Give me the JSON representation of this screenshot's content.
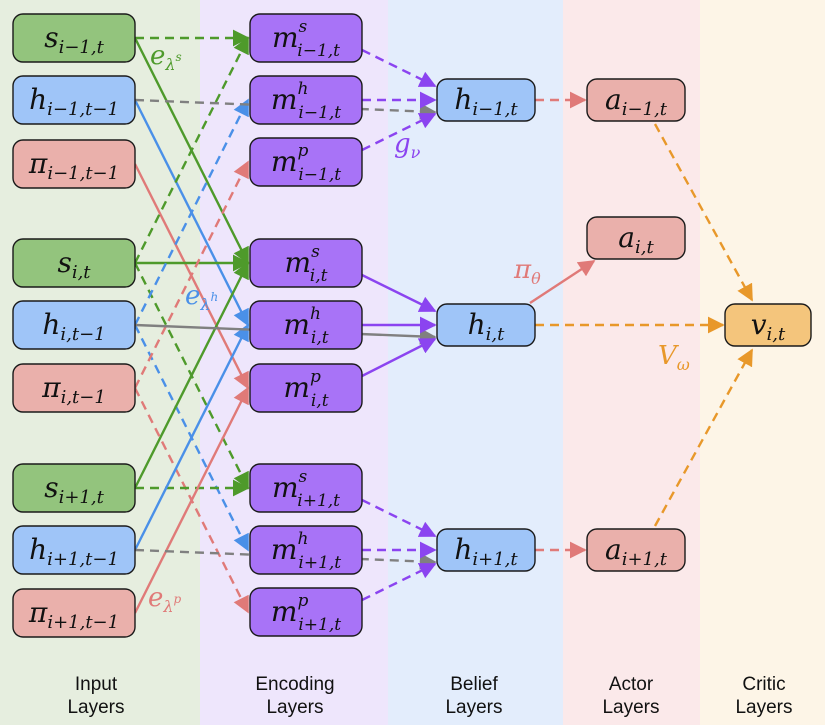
{
  "columns": {
    "input": [
      "Input",
      "Layers"
    ],
    "encoding": [
      "Encoding",
      "Layers"
    ],
    "belief": [
      "Belief",
      "Layers"
    ],
    "actor": [
      "Actor",
      "Layers"
    ],
    "critic": [
      "Critic",
      "Layers"
    ]
  },
  "colors": {
    "band_input": "#e6eedf",
    "band_encoding": "#eee6fc",
    "band_belief": "#e3edfc",
    "band_actor": "#fbe9ea",
    "band_critic": "#fdf5e7",
    "node_green": "#93c47d",
    "node_blue": "#9fc5f8",
    "node_red": "#eab0ab",
    "node_purple": "#a873f7",
    "node_orange": "#f4c57c",
    "edge_green": "#4e9a2b",
    "edge_blue": "#4a90e8",
    "edge_red": "#e07a78",
    "edge_gray": "#808080",
    "edge_purple": "#8b44f0",
    "edge_orange": "#e8982a"
  },
  "nodes": {
    "s_im1": {
      "base": "s",
      "sub": "i−1,t"
    },
    "h_im1": {
      "base": "h",
      "sub": "i−1,t−1"
    },
    "p_im1": {
      "base": "π",
      "sub": "i−1,t−1"
    },
    "s_i": {
      "base": "s",
      "sub": "i,t"
    },
    "h_i": {
      "base": "h",
      "sub": "i,t−1"
    },
    "p_i": {
      "base": "π",
      "sub": "i,t−1"
    },
    "s_ip1": {
      "base": "s",
      "sub": "i+1,t"
    },
    "h_ip1": {
      "base": "h",
      "sub": "i+1,t−1"
    },
    "p_ip1": {
      "base": "π",
      "sub": "i+1,t−1"
    },
    "ms_im1": {
      "base": "m",
      "sup": "s",
      "sub": "i−1,t"
    },
    "mh_im1": {
      "base": "m",
      "sup": "h",
      "sub": "i−1,t"
    },
    "mp_im1": {
      "base": "m",
      "sup": "p",
      "sub": "i−1,t"
    },
    "ms_i": {
      "base": "m",
      "sup": "s",
      "sub": "i,t"
    },
    "mh_i": {
      "base": "m",
      "sup": "h",
      "sub": "i,t"
    },
    "mp_i": {
      "base": "m",
      "sup": "p",
      "sub": "i,t"
    },
    "ms_ip1": {
      "base": "m",
      "sup": "s",
      "sub": "i+1,t"
    },
    "mh_ip1": {
      "base": "m",
      "sup": "h",
      "sub": "i+1,t"
    },
    "mp_ip1": {
      "base": "m",
      "sup": "p",
      "sub": "i+1,t"
    },
    "hb_im1": {
      "base": "h",
      "sub": "i−1,t"
    },
    "hb_i": {
      "base": "h",
      "sub": "i,t"
    },
    "hb_ip1": {
      "base": "h",
      "sub": "i+1,t"
    },
    "a_im1": {
      "base": "a",
      "sub": "i−1,t"
    },
    "a_i": {
      "base": "a",
      "sub": "i,t"
    },
    "a_ip1": {
      "base": "a",
      "sub": "i+1,t"
    },
    "v_i": {
      "base": "v",
      "sub": "i,t"
    }
  },
  "edge_labels": {
    "e_s": {
      "base": "e",
      "sub": "λ",
      "subsup": "s"
    },
    "e_h": {
      "base": "e",
      "sub": "λ",
      "subsup": "h"
    },
    "e_p": {
      "base": "e",
      "sub": "λ",
      "subsup": "p"
    },
    "g": {
      "base": "g",
      "sub": "ν"
    },
    "pi_theta": {
      "base": "π",
      "sub": "θ"
    },
    "v_omega": {
      "base": "V",
      "sub": "ω"
    }
  }
}
